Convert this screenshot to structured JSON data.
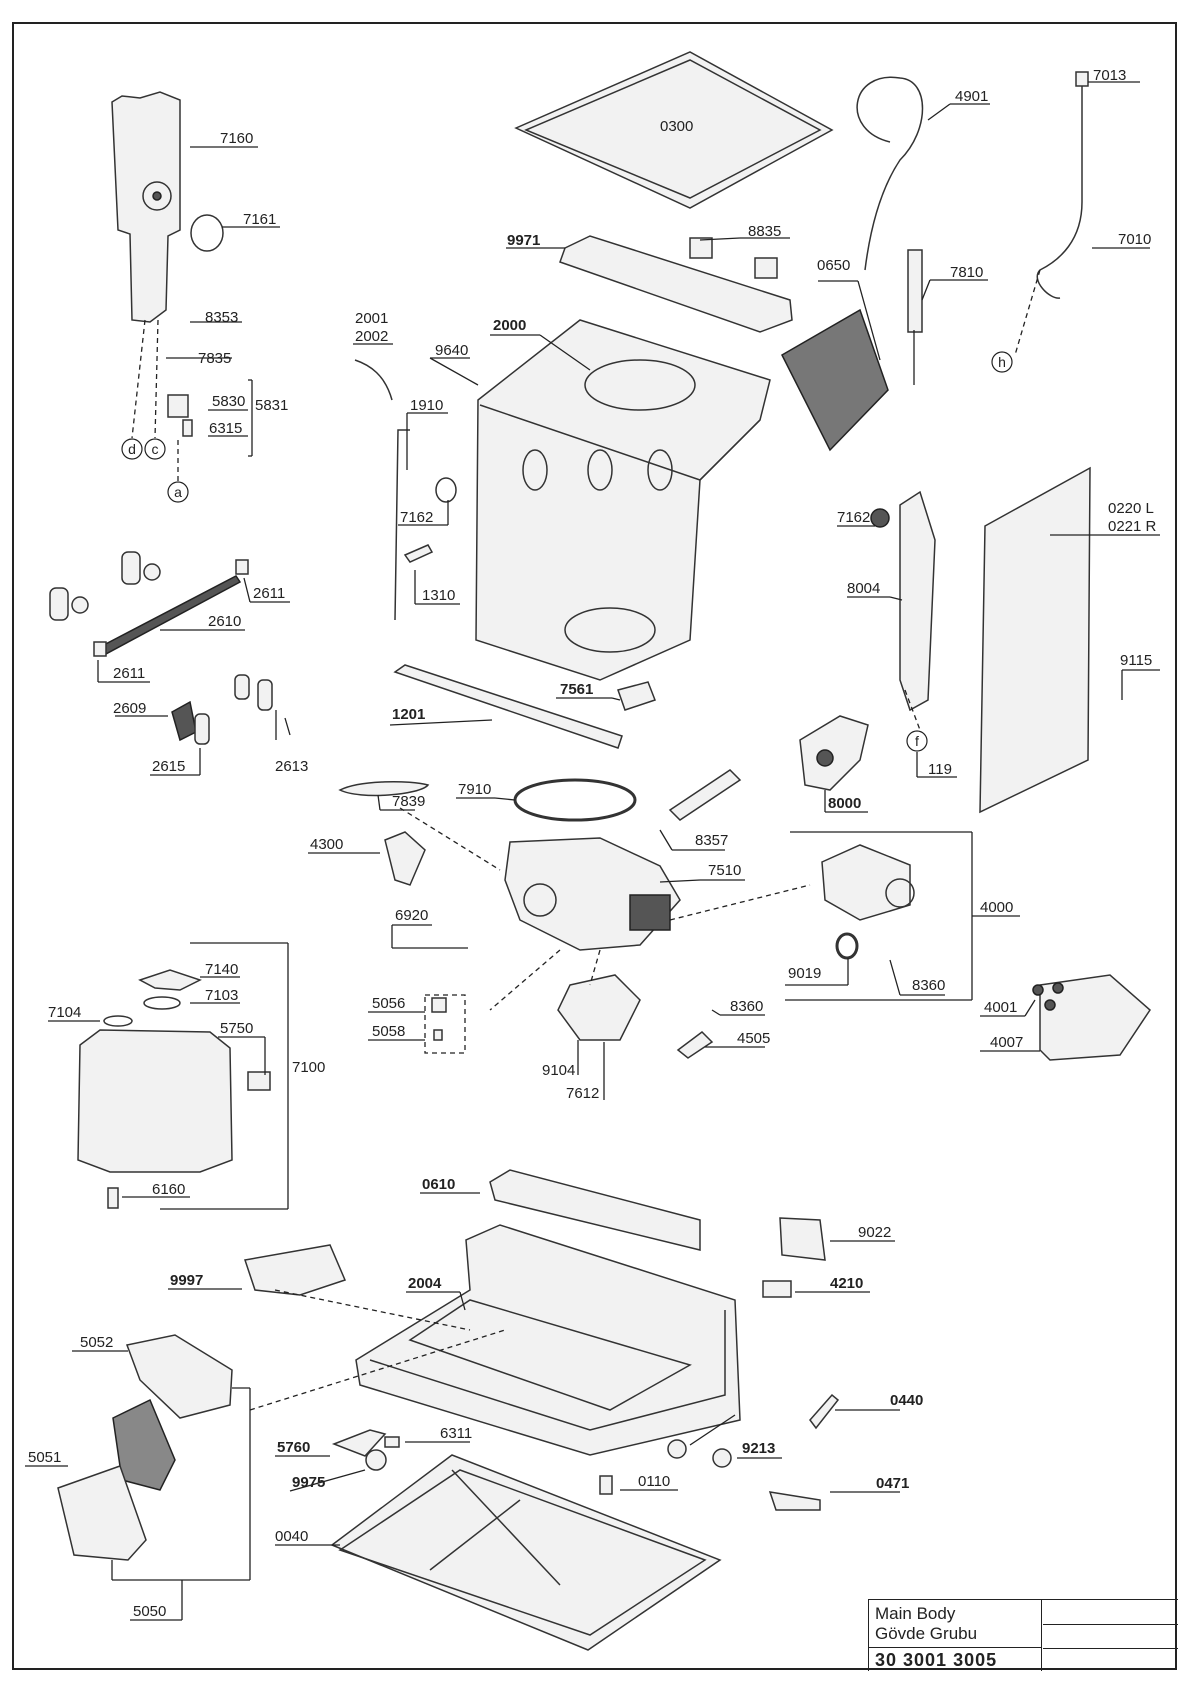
{
  "title_block": {
    "title_en": "Main Body",
    "title_tr": "Gövde Grubu",
    "drawing_number": "30 3001 3005"
  },
  "part_labels": {
    "p0300": "0300",
    "p4901": "4901",
    "p7013": "7013",
    "p7160": "7160",
    "p7161": "7161",
    "p9971": "9971",
    "p8835": "8835",
    "p7010": "7010",
    "p0650": "0650",
    "p7810": "7810",
    "p8353": "8353",
    "p7835": "7835",
    "p5830": "5830",
    "p5831": "5831",
    "p6315": "6315",
    "p2001": "2001",
    "p2002": "2002",
    "p2000": "2000",
    "p9640": "9640",
    "p1910": "1910",
    "p7162a": "7162",
    "p7162b": "7162",
    "p0220": "0220 L",
    "p0221": "0221 R",
    "p1310": "1310",
    "p2611a": "2611",
    "p2610": "2610",
    "p2611b": "2611",
    "p8004": "8004",
    "p2609": "2609",
    "p9115": "9115",
    "p7561": "7561",
    "p1201": "1201",
    "p2615": "2615",
    "p2613": "2613",
    "p119": "119",
    "p8000": "8000",
    "p7910": "7910",
    "p7839": "7839",
    "p8357": "8357",
    "p4300": "4300",
    "p7510": "7510",
    "p4000": "4000",
    "p6920": "6920",
    "p9019": "9019",
    "p8360a": "8360",
    "p7140": "7140",
    "p7103": "7103",
    "p7104": "7104",
    "p5056": "5056",
    "p8360b": "8360",
    "p4001": "4001",
    "p5750": "5750",
    "p5058": "5058",
    "p4505": "4505",
    "p4007": "4007",
    "p7100": "7100",
    "p9104": "9104",
    "p7612": "7612",
    "p0610": "0610",
    "p6160": "6160",
    "p9022": "9022",
    "p9997": "9997",
    "p2004": "2004",
    "p4210": "4210",
    "p5052": "5052",
    "p0440": "0440",
    "p6311": "6311",
    "p5760": "5760",
    "p9213": "9213",
    "p5051": "5051",
    "p9975": "9975",
    "p0110": "0110",
    "p0471": "0471",
    "p0040": "0040",
    "p5050": "5050"
  },
  "connector_markers": {
    "a": "a",
    "c": "c",
    "d": "d",
    "f": "f",
    "h": "h"
  }
}
